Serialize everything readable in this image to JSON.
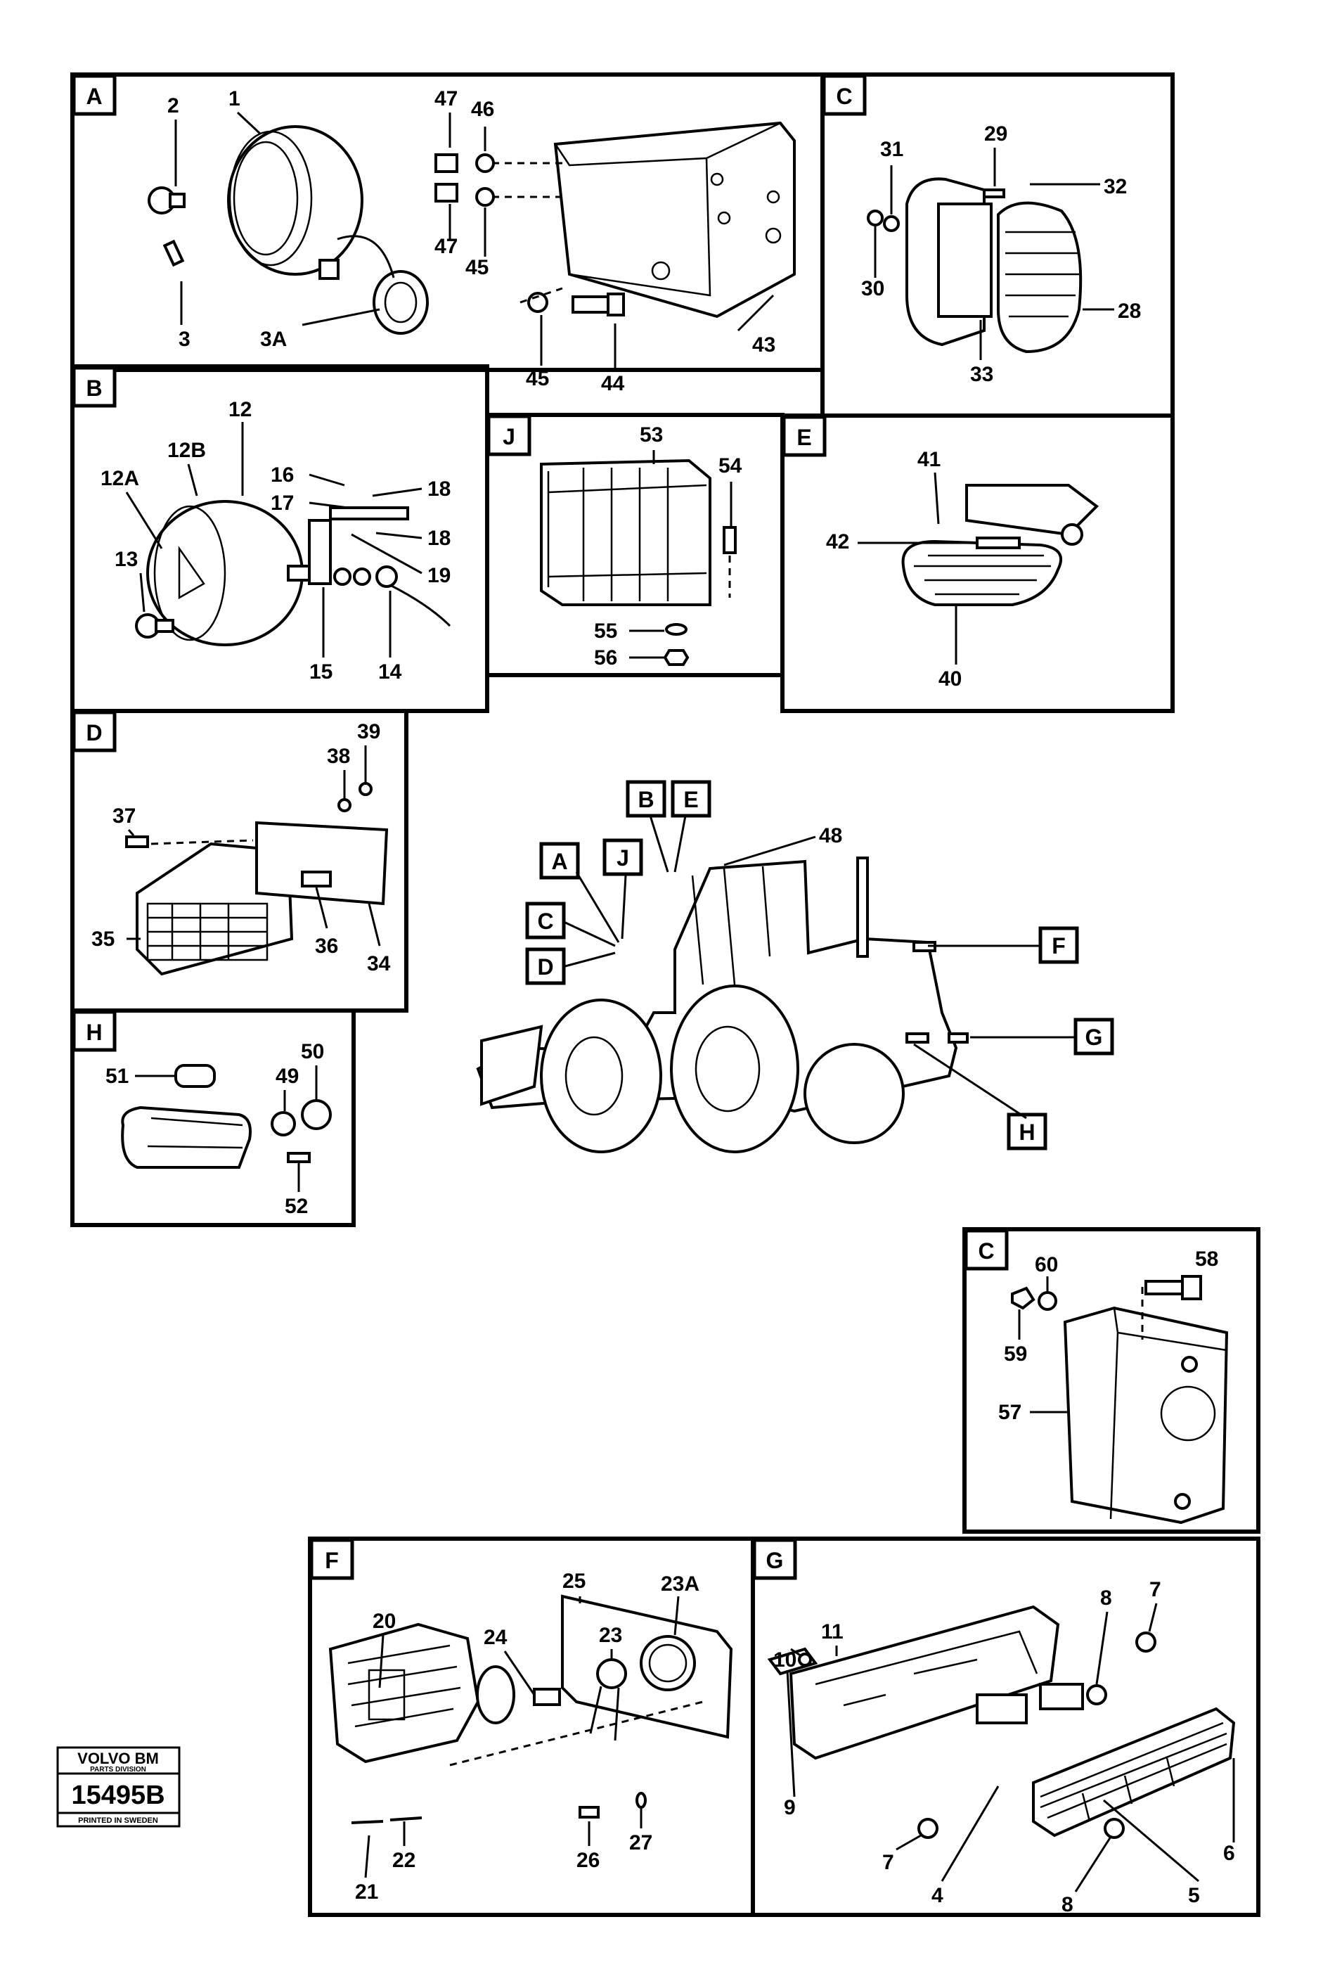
{
  "panels": {
    "A": {
      "tag": "A",
      "labels": [
        "1",
        "2",
        "3",
        "3A",
        "43",
        "44",
        "45",
        "45",
        "46",
        "47",
        "47"
      ]
    },
    "B": {
      "tag": "B",
      "labels": [
        "12",
        "12B",
        "12A",
        "13",
        "14",
        "15",
        "16",
        "17",
        "18",
        "18",
        "19"
      ]
    },
    "C1": {
      "tag": "C",
      "labels": [
        "28",
        "29",
        "30",
        "31",
        "32",
        "33"
      ]
    },
    "J": {
      "tag": "J",
      "labels": [
        "53",
        "54",
        "55",
        "56"
      ]
    },
    "E": {
      "tag": "E",
      "labels": [
        "40",
        "41",
        "42"
      ]
    },
    "D": {
      "tag": "D",
      "labels": [
        "34",
        "35",
        "36",
        "37",
        "38",
        "39"
      ]
    },
    "H": {
      "tag": "H",
      "labels": [
        "49",
        "50",
        "51",
        "52"
      ]
    },
    "C2": {
      "tag": "C",
      "labels": [
        "57",
        "58",
        "59",
        "60"
      ]
    },
    "F": {
      "tag": "F",
      "labels": [
        "20",
        "21",
        "22",
        "23",
        "23A",
        "24",
        "25",
        "26",
        "27"
      ]
    },
    "G": {
      "tag": "G",
      "labels": [
        "4",
        "5",
        "6",
        "7",
        "7",
        "8",
        "8",
        "9",
        "10",
        "11"
      ]
    }
  },
  "overview": {
    "callouts": [
      "A",
      "J",
      "C",
      "D",
      "B",
      "E",
      "F",
      "G",
      "H"
    ],
    "label_48": "48"
  },
  "stamp": {
    "brand": "VOLVO BM",
    "division": "PARTS DIVISION",
    "number": "15495B",
    "printed": "PRINTED IN SWEDEN"
  }
}
